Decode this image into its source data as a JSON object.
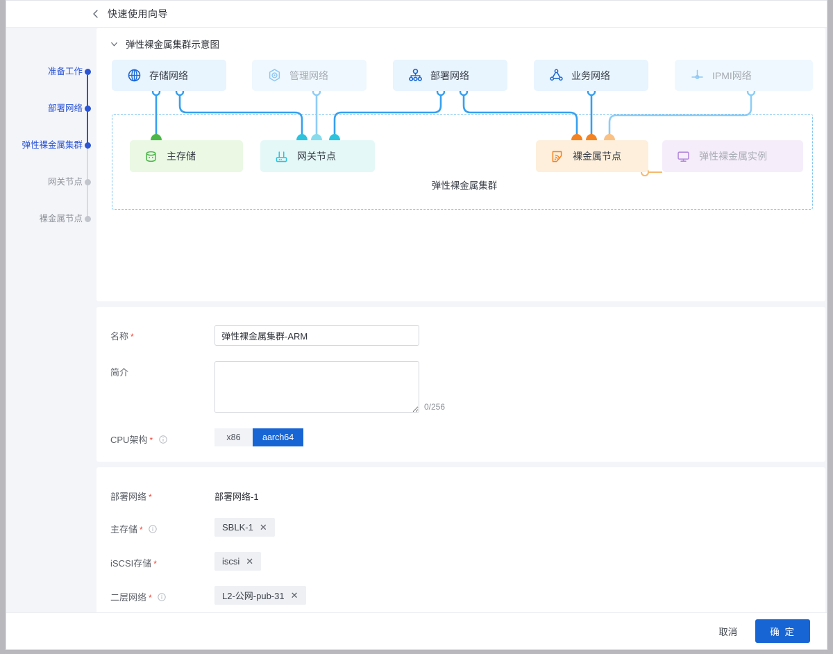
{
  "header": {
    "title": "快速使用向导",
    "back_icon": "chevron-left-icon"
  },
  "steps": [
    {
      "label": "准备工作",
      "state": "active"
    },
    {
      "label": "部署网络",
      "state": "active"
    },
    {
      "label": "弹性裸金属集群",
      "state": "current"
    },
    {
      "label": "网关节点",
      "state": "inactive"
    },
    {
      "label": "裸金属节点",
      "state": "inactive"
    }
  ],
  "diagram": {
    "collapse_title": "弹性裸金属集群示意图",
    "chevron_icon": "chevron-down-icon",
    "cluster_caption": "弹性裸金属集群",
    "networks": [
      {
        "label": "存储网络",
        "icon": "globe-icon",
        "faded": false
      },
      {
        "label": "管理网络",
        "icon": "hexagon-target-icon",
        "faded": true
      },
      {
        "label": "部署网络",
        "icon": "sitemap-icon",
        "faded": false
      },
      {
        "label": "业务网络",
        "icon": "triangle-nodes-icon",
        "faded": false
      },
      {
        "label": "IPMI网络",
        "icon": "ipmi-port-icon",
        "faded": true
      }
    ],
    "nodes": [
      {
        "label": "主存储",
        "icon": "database-icon",
        "color": "#4cb749",
        "bg": "#eaf8e4"
      },
      {
        "label": "网关节点",
        "icon": "router-icon",
        "color": "#2ec3dd",
        "bg": "#e4f8f7"
      },
      {
        "label": "裸金属节点",
        "icon": "signal-icon",
        "color": "#f58220",
        "bg": "#fdefdb"
      },
      {
        "label": "弹性裸金属实例",
        "icon": "monitor-icon",
        "color": "#b388dd",
        "bg": "#f5edfa",
        "faded": true
      }
    ]
  },
  "form": {
    "name": {
      "label": "名称",
      "required": true,
      "value": "弹性裸金属集群-ARM",
      "placeholder": ""
    },
    "desc": {
      "label": "简介",
      "required": false,
      "value": "",
      "placeholder": "",
      "counter": "0/256"
    },
    "cpu_arch": {
      "label": "CPU架构",
      "required": true,
      "info_icon": "info-circle-icon",
      "options": [
        "x86",
        "aarch64"
      ],
      "selected": "aarch64"
    },
    "deploy_network": {
      "label": "部署网络",
      "required": true,
      "value": "部署网络-1"
    },
    "main_storage": {
      "label": "主存储",
      "required": true,
      "info_icon": "info-circle-icon",
      "tags": [
        "SBLK-1"
      ]
    },
    "iscsi_storage": {
      "label": "iSCSI存储",
      "required": true,
      "tags": [
        "iscsi"
      ]
    },
    "l2_network": {
      "label": "二层网络",
      "required": true,
      "info_icon": "info-circle-icon",
      "tags": [
        "L2-公网-pub-31"
      ]
    }
  },
  "footer": {
    "cancel": "取消",
    "confirm": "确 定"
  },
  "colors": {
    "accent": "#1765d4",
    "step_active": "#2b55d6",
    "step_inactive": "#c2c5cc",
    "link_blue": "#36a0ef",
    "link_light": "#8ecdf6",
    "storage_green": "#4cb749",
    "gateway_cyan": "#2ec3dd",
    "metal_orange": "#f58220"
  }
}
